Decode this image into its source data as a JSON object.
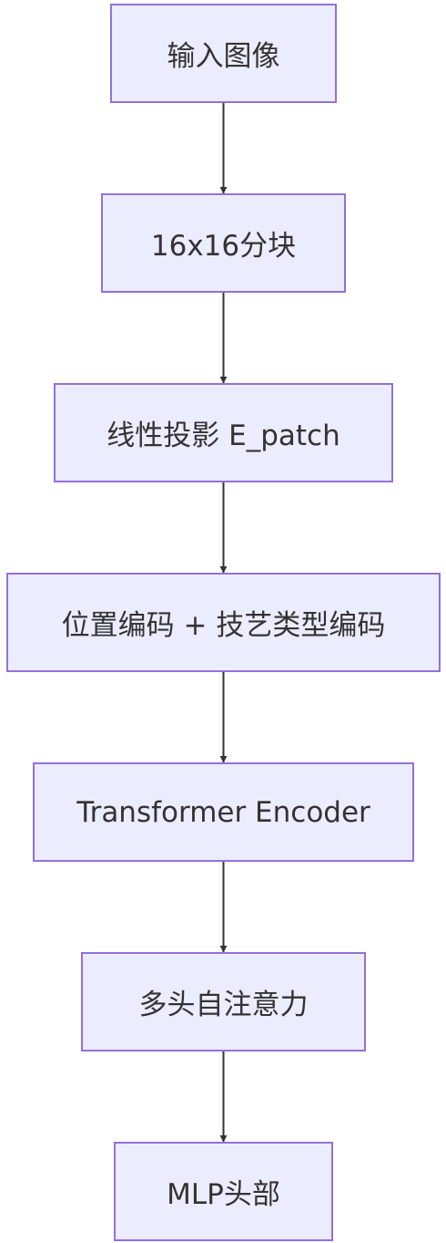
{
  "diagram": {
    "nodes": [
      {
        "label": "输入图像"
      },
      {
        "label": "16x16分块"
      },
      {
        "label": "线性投影 E_patch"
      },
      {
        "label": "位置编码 + 技艺类型编码"
      },
      {
        "label": "Transformer Encoder"
      },
      {
        "label": "多头自注意力"
      },
      {
        "label": "MLP头部"
      }
    ],
    "edges": [
      {
        "from": 0,
        "to": 1
      },
      {
        "from": 1,
        "to": 2
      },
      {
        "from": 2,
        "to": 3
      },
      {
        "from": 3,
        "to": 4
      },
      {
        "from": 4,
        "to": 5
      },
      {
        "from": 5,
        "to": 6
      }
    ],
    "colors": {
      "node_fill": "#ececff",
      "node_border": "#9370db",
      "edge": "#333333",
      "text": "#333333"
    }
  }
}
